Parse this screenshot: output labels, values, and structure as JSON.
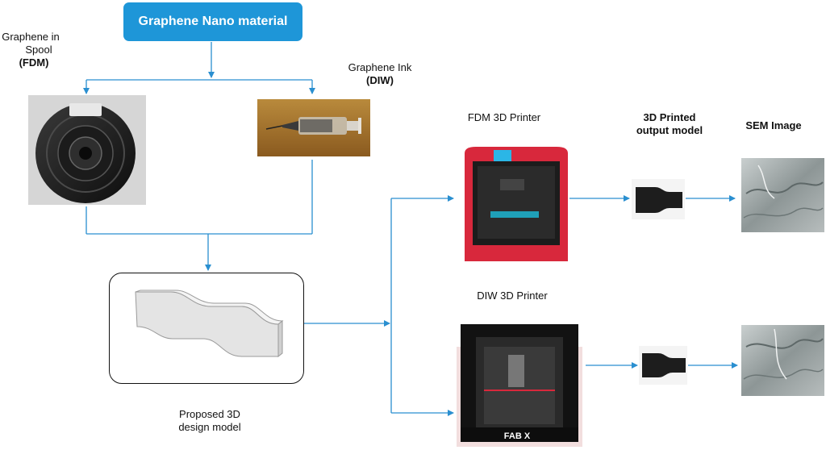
{
  "title": "Graphene Nano material",
  "spool_label": {
    "line1": "Graphene in",
    "line2": "Spool",
    "line3": "(FDM)"
  },
  "ink_label": {
    "line1": "Graphene Ink",
    "line2": "(DIW)"
  },
  "design_label": {
    "line1": "Proposed 3D",
    "line2": "design model"
  },
  "fdm_printer_label": "FDM 3D Printer",
  "diw_printer_label": "DIW 3D Printer",
  "output_label": {
    "line1": "3D Printed",
    "line2": "output model"
  },
  "sem_label": "SEM Image",
  "printer_brand": "FAB X",
  "colors": {
    "title_box": "#1e96d8",
    "arrow": "#2a8fd0",
    "fdm_printer": "#d8283c"
  }
}
